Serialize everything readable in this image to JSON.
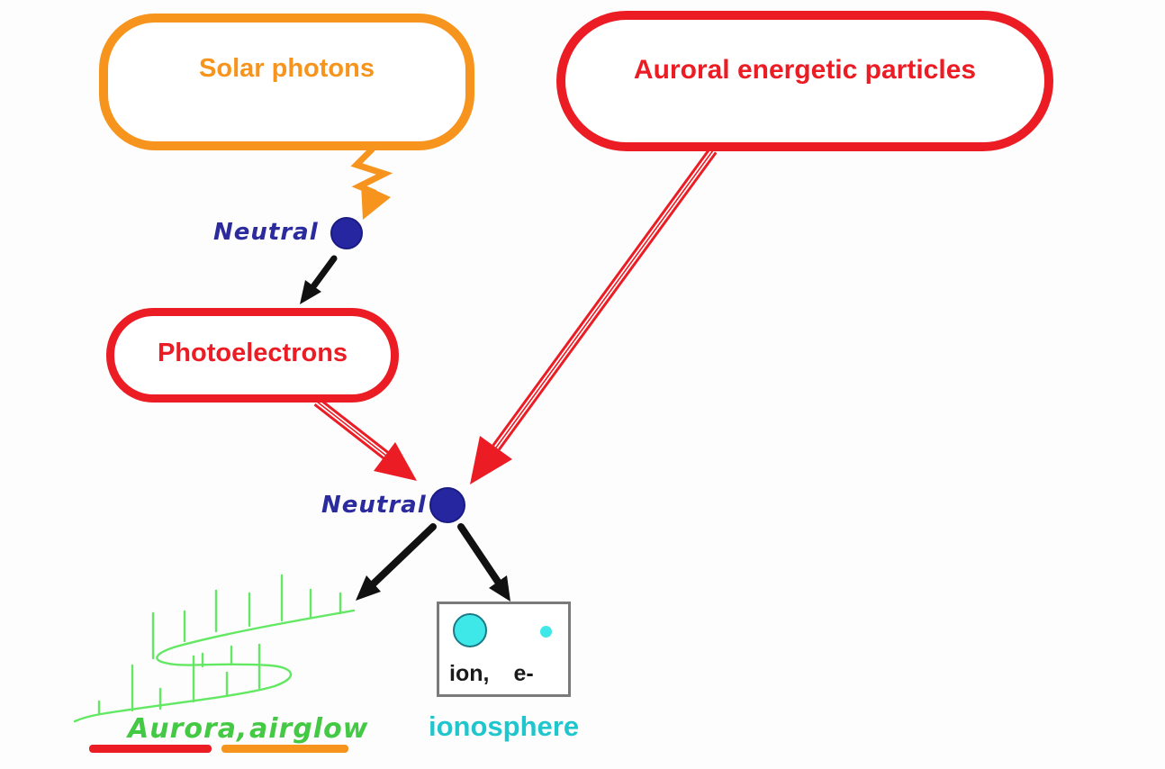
{
  "nodes": {
    "solar_photons": {
      "label": "Solar photons",
      "color": "#F7941D"
    },
    "auroral_particles": {
      "label": "Auroral energetic particles",
      "color": "#EC1C24"
    },
    "photoelectrons": {
      "label": "Photoelectrons",
      "color": "#EC1C24"
    },
    "neutral_top": {
      "label": "Neutral",
      "color": "#2B2B9E"
    },
    "neutral_bottom": {
      "label": "Neutral",
      "color": "#2B2B9E"
    },
    "aurora_airglow": {
      "aurora_label": "Aurora,",
      "airglow_label": "airglow",
      "text_color": "#44C944",
      "aurora_underline_color": "#EC1C24",
      "airglow_underline_color": "#F7941D"
    },
    "ion_box": {
      "ion_label": "ion,",
      "electron_label": "e-",
      "particle_color": "#3FE8E8",
      "border_color": "#7A7A7A"
    },
    "ionosphere": {
      "label": "ionosphere",
      "color": "#1FC6CE"
    }
  },
  "arrows": [
    {
      "from": "solar_photons",
      "to": "neutral_top",
      "style": "orange-squiggle-photon"
    },
    {
      "from": "neutral_top",
      "to": "photoelectrons",
      "style": "black-solid"
    },
    {
      "from": "photoelectrons",
      "to": "neutral_bottom",
      "style": "red-double-line"
    },
    {
      "from": "auroral_particles",
      "to": "neutral_bottom",
      "style": "red-double-line"
    },
    {
      "from": "neutral_bottom",
      "to": "aurora_airglow",
      "style": "black-solid"
    },
    {
      "from": "neutral_bottom",
      "to": "ion_box",
      "style": "black-solid"
    }
  ],
  "colors": {
    "orange": "#F7941D",
    "red": "#EC1C24",
    "navy": "#2B2B9E",
    "green": "#63E863",
    "green_text": "#44C944",
    "cyan_fill": "#3FE8E8",
    "cyan_text": "#1FC6CE",
    "gray_border": "#7A7A7A",
    "black": "#1a1a1a"
  }
}
